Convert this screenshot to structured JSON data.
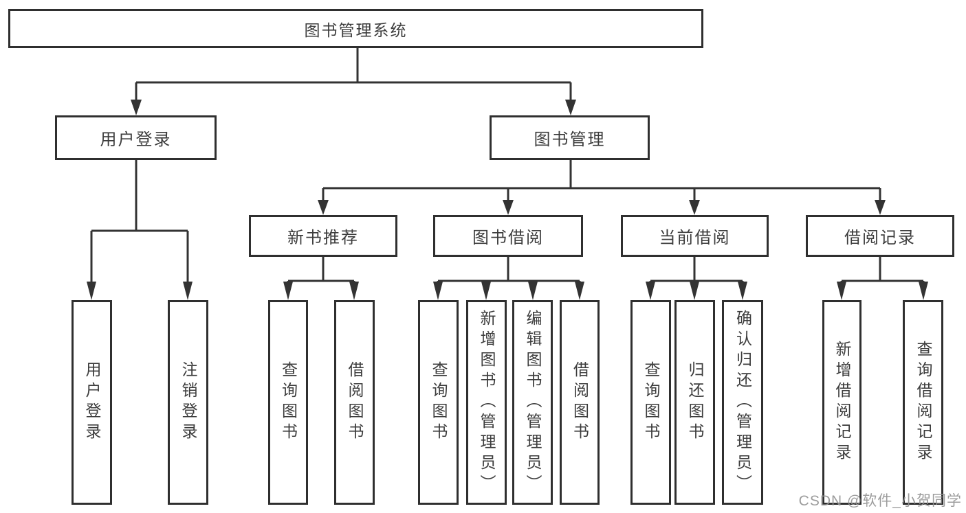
{
  "tree": {
    "root": "图书管理系统",
    "l2": [
      "用户登录",
      "图书管理"
    ],
    "l3": [
      "新书推荐",
      "图书借阅",
      "当前借阅",
      "借阅记录"
    ],
    "leaves": {
      "userLogin": [
        "用户登录",
        "注销登录"
      ],
      "newBookRec": [
        "查询图书",
        "借阅图书"
      ],
      "bookBorrow": [
        "查询图书",
        "新增图书（管理员）",
        "编辑图书（管理员）",
        "借阅图书"
      ],
      "currentBorrow": [
        "查询图书",
        "归还图书",
        "确认归还（管理员）"
      ],
      "borrowRecords": [
        "新增借阅记录",
        "查询借阅记录"
      ]
    }
  },
  "watermark": "CSDN @软件_小贺同学",
  "colors": {
    "line": "#333333",
    "border": "#2f2f2f",
    "text": "#3c3c3c",
    "watermark": "#949494"
  }
}
